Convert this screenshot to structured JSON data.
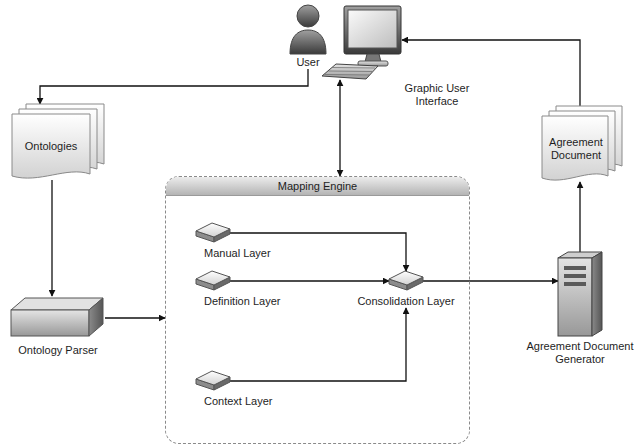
{
  "diagram": {
    "nodes": [
      {
        "text": [
          "User"
        ]
      },
      {
        "text": [
          "Graphic User Interface"
        ]
      },
      {
        "text": [
          "Ontologies"
        ]
      },
      {
        "text": [
          "Ontology Parser"
        ]
      },
      {
        "text": [
          "Mapping Engine"
        ]
      },
      {
        "text": [
          "Manual Layer"
        ],
        "in": 4
      },
      {
        "text": [
          "Definition Layer"
        ],
        "in": 4
      },
      {
        "text": [
          "Context Layer"
        ],
        "in": 4
      },
      {
        "text": [
          "Consolidation Layer"
        ],
        "in": 4
      },
      {
        "text": [
          "Agreement Document Generator"
        ]
      },
      {
        "text": [
          "Agreement Document"
        ]
      }
    ],
    "edges": [
      {
        "from": 0,
        "to": 2,
        "arrow": "to"
      },
      {
        "from": 1,
        "to": 4,
        "arrow": "both"
      },
      {
        "from": 2,
        "to": 3,
        "arrow": "to"
      },
      {
        "from": 3,
        "to": 4,
        "arrow": "to"
      },
      {
        "from": 5,
        "to": 8,
        "arrow": "to"
      },
      {
        "from": 6,
        "to": 8,
        "arrow": "to"
      },
      {
        "from": 7,
        "to": 8,
        "arrow": "to"
      },
      {
        "from": 8,
        "to": 9,
        "arrow": "to"
      },
      {
        "from": 9,
        "to": 10,
        "arrow": "to"
      },
      {
        "from": 10,
        "to": 1,
        "arrow": "to"
      }
    ]
  }
}
